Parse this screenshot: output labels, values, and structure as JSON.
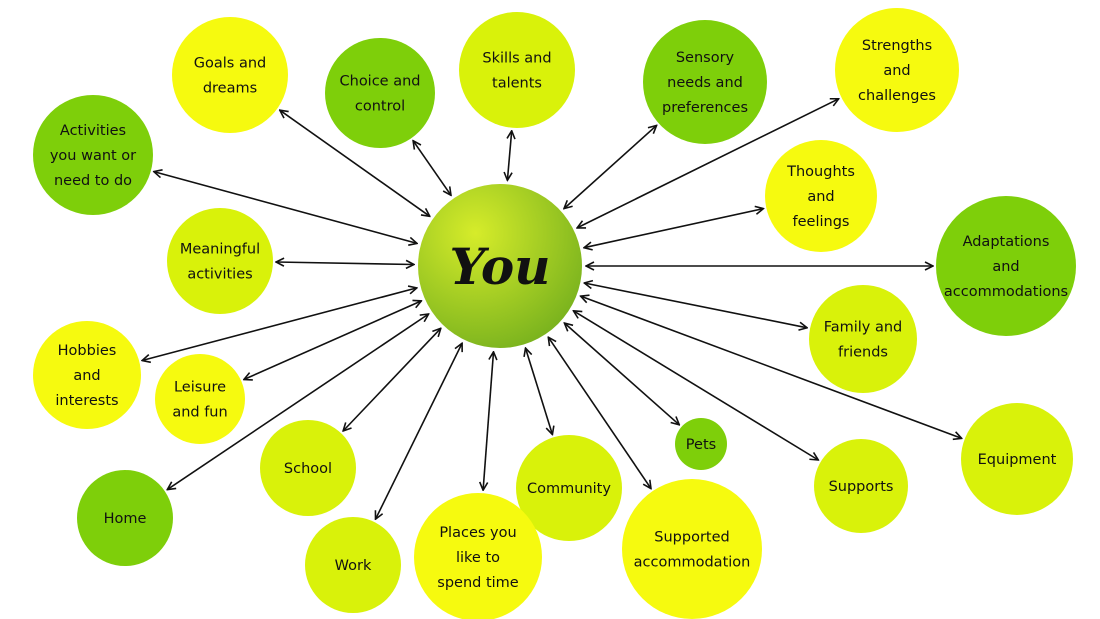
{
  "center": {
    "label": "You"
  },
  "colors": {
    "lime": "#d9f20a",
    "yellow": "#f6fa0f",
    "green": "#7ecf0a",
    "center_light": "#d6ec2a",
    "center_dark": "#7ab31e",
    "arrow": "#111111"
  },
  "nodes": [
    {
      "id": "goals",
      "label": [
        "Goals and",
        "dreams"
      ],
      "color": "yellow"
    },
    {
      "id": "choice",
      "label": [
        "Choice and",
        "control"
      ],
      "color": "green"
    },
    {
      "id": "skills",
      "label": [
        "Skills and",
        "talents"
      ],
      "color": "lime"
    },
    {
      "id": "sensory",
      "label": [
        "Sensory",
        "needs and",
        "preferences"
      ],
      "color": "green"
    },
    {
      "id": "strengths",
      "label": [
        "Strengths",
        "and",
        "challenges"
      ],
      "color": "yellow"
    },
    {
      "id": "activities",
      "label": [
        "Activities",
        "you want or",
        "need to do"
      ],
      "color": "green"
    },
    {
      "id": "thoughts",
      "label": [
        "Thoughts",
        "and",
        "feelings"
      ],
      "color": "yellow"
    },
    {
      "id": "meaningful",
      "label": [
        "Meaningful",
        "activities"
      ],
      "color": "lime"
    },
    {
      "id": "adaptations",
      "label": [
        "Adaptations",
        "and",
        "accommodations"
      ],
      "color": "green"
    },
    {
      "id": "family",
      "label": [
        "Family and",
        "friends"
      ],
      "color": "lime"
    },
    {
      "id": "hobbies",
      "label": [
        "Hobbies",
        "and",
        "interests"
      ],
      "color": "yellow"
    },
    {
      "id": "leisure",
      "label": [
        "Leisure",
        "and fun"
      ],
      "color": "yellow"
    },
    {
      "id": "pets",
      "label": [
        "Pets"
      ],
      "color": "green"
    },
    {
      "id": "equipment",
      "label": [
        "Equipment"
      ],
      "color": "lime"
    },
    {
      "id": "school",
      "label": [
        "School"
      ],
      "color": "lime"
    },
    {
      "id": "community",
      "label": [
        "Community"
      ],
      "color": "lime"
    },
    {
      "id": "supports",
      "label": [
        "Supports"
      ],
      "color": "lime"
    },
    {
      "id": "home",
      "label": [
        "Home"
      ],
      "color": "green"
    },
    {
      "id": "work",
      "label": [
        "Work"
      ],
      "color": "lime"
    },
    {
      "id": "places",
      "label": [
        "Places you",
        "like to",
        "spend time"
      ],
      "color": "yellow"
    },
    {
      "id": "supported-accommodation",
      "label": [
        "Supported",
        "accommodation"
      ],
      "color": "yellow"
    }
  ]
}
